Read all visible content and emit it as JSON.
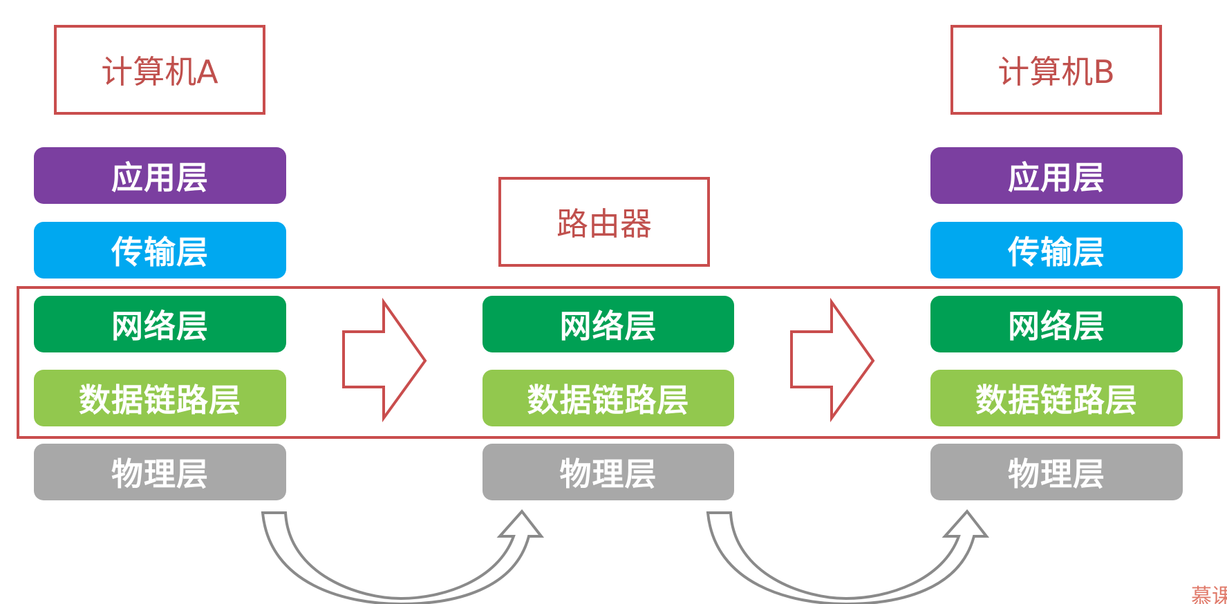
{
  "nodes": {
    "computer_a": "计算机A",
    "router": "路由器",
    "computer_b": "计算机B"
  },
  "layers": {
    "application": "应用层",
    "transport": "传输层",
    "network": "网络层",
    "datalink": "数据链路层",
    "physical": "物理层"
  },
  "colors": {
    "application": "#7b3fa0",
    "transport": "#00a8f0",
    "network": "#00a054",
    "datalink": "#92c84e",
    "physical": "#a8a8a8",
    "border_red": "#c94d4d",
    "text_red": "#c0504d",
    "arrow_gray": "#8a8a8a"
  },
  "watermark": "慕课"
}
